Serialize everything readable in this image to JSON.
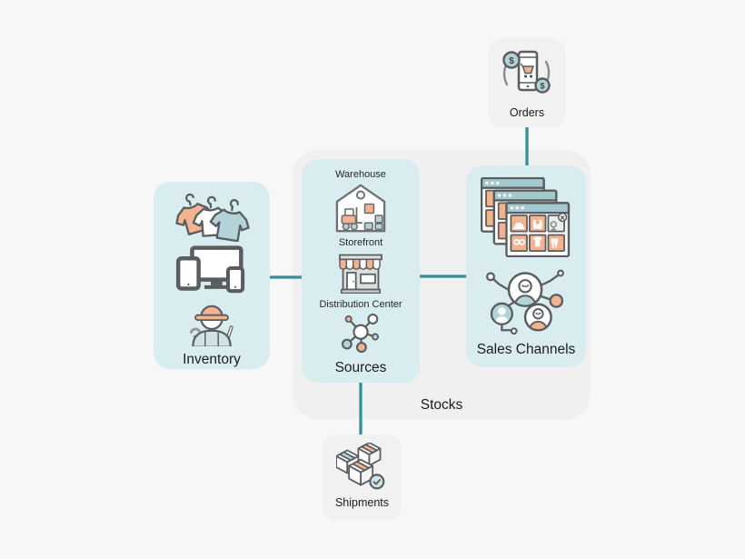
{
  "diagram": {
    "colors": {
      "background": "#f7f7f7",
      "group_fill": "#f0f0f0",
      "node_fill_teal": "#d9edf0",
      "node_fill_gray": "#f1f1f1",
      "connector_teal": "#398f96",
      "outline_gray": "#5a5d5f",
      "accent_orange": "#f2b38e",
      "accent_teal_light": "#b2d3d8",
      "text": "#1c1c1e"
    },
    "nodes": {
      "orders": {
        "label": "Orders",
        "icon": "mobile-order-icon",
        "currency_symbol": "$"
      },
      "inventory": {
        "label": "Inventory",
        "icons": [
          "clothes-on-hangers-icon",
          "devices-icon",
          "worker-icon"
        ]
      },
      "stocks_group": {
        "label": "Stocks"
      },
      "sources": {
        "label": "Sources",
        "items": [
          {
            "label": "Warehouse",
            "icon": "warehouse-icon"
          },
          {
            "label": "Storefront",
            "icon": "storefront-icon"
          },
          {
            "label": "Distribution Center",
            "icon": "distribution-network-icon"
          }
        ]
      },
      "sales_channels": {
        "label": "Sales Channels",
        "icons": [
          "product-listings-windows-icon",
          "customer-network-icon"
        ]
      },
      "shipments": {
        "label": "Shipments",
        "icon": "shipping-boxes-icon"
      }
    },
    "connections": [
      {
        "from": "Inventory",
        "to": "Sources",
        "orientation": "horizontal"
      },
      {
        "from": "Sources",
        "to": "Sales Channels",
        "orientation": "horizontal"
      },
      {
        "from": "Orders",
        "to": "Sales Channels",
        "orientation": "vertical"
      },
      {
        "from": "Sources",
        "to": "Shipments",
        "orientation": "vertical"
      }
    ]
  }
}
